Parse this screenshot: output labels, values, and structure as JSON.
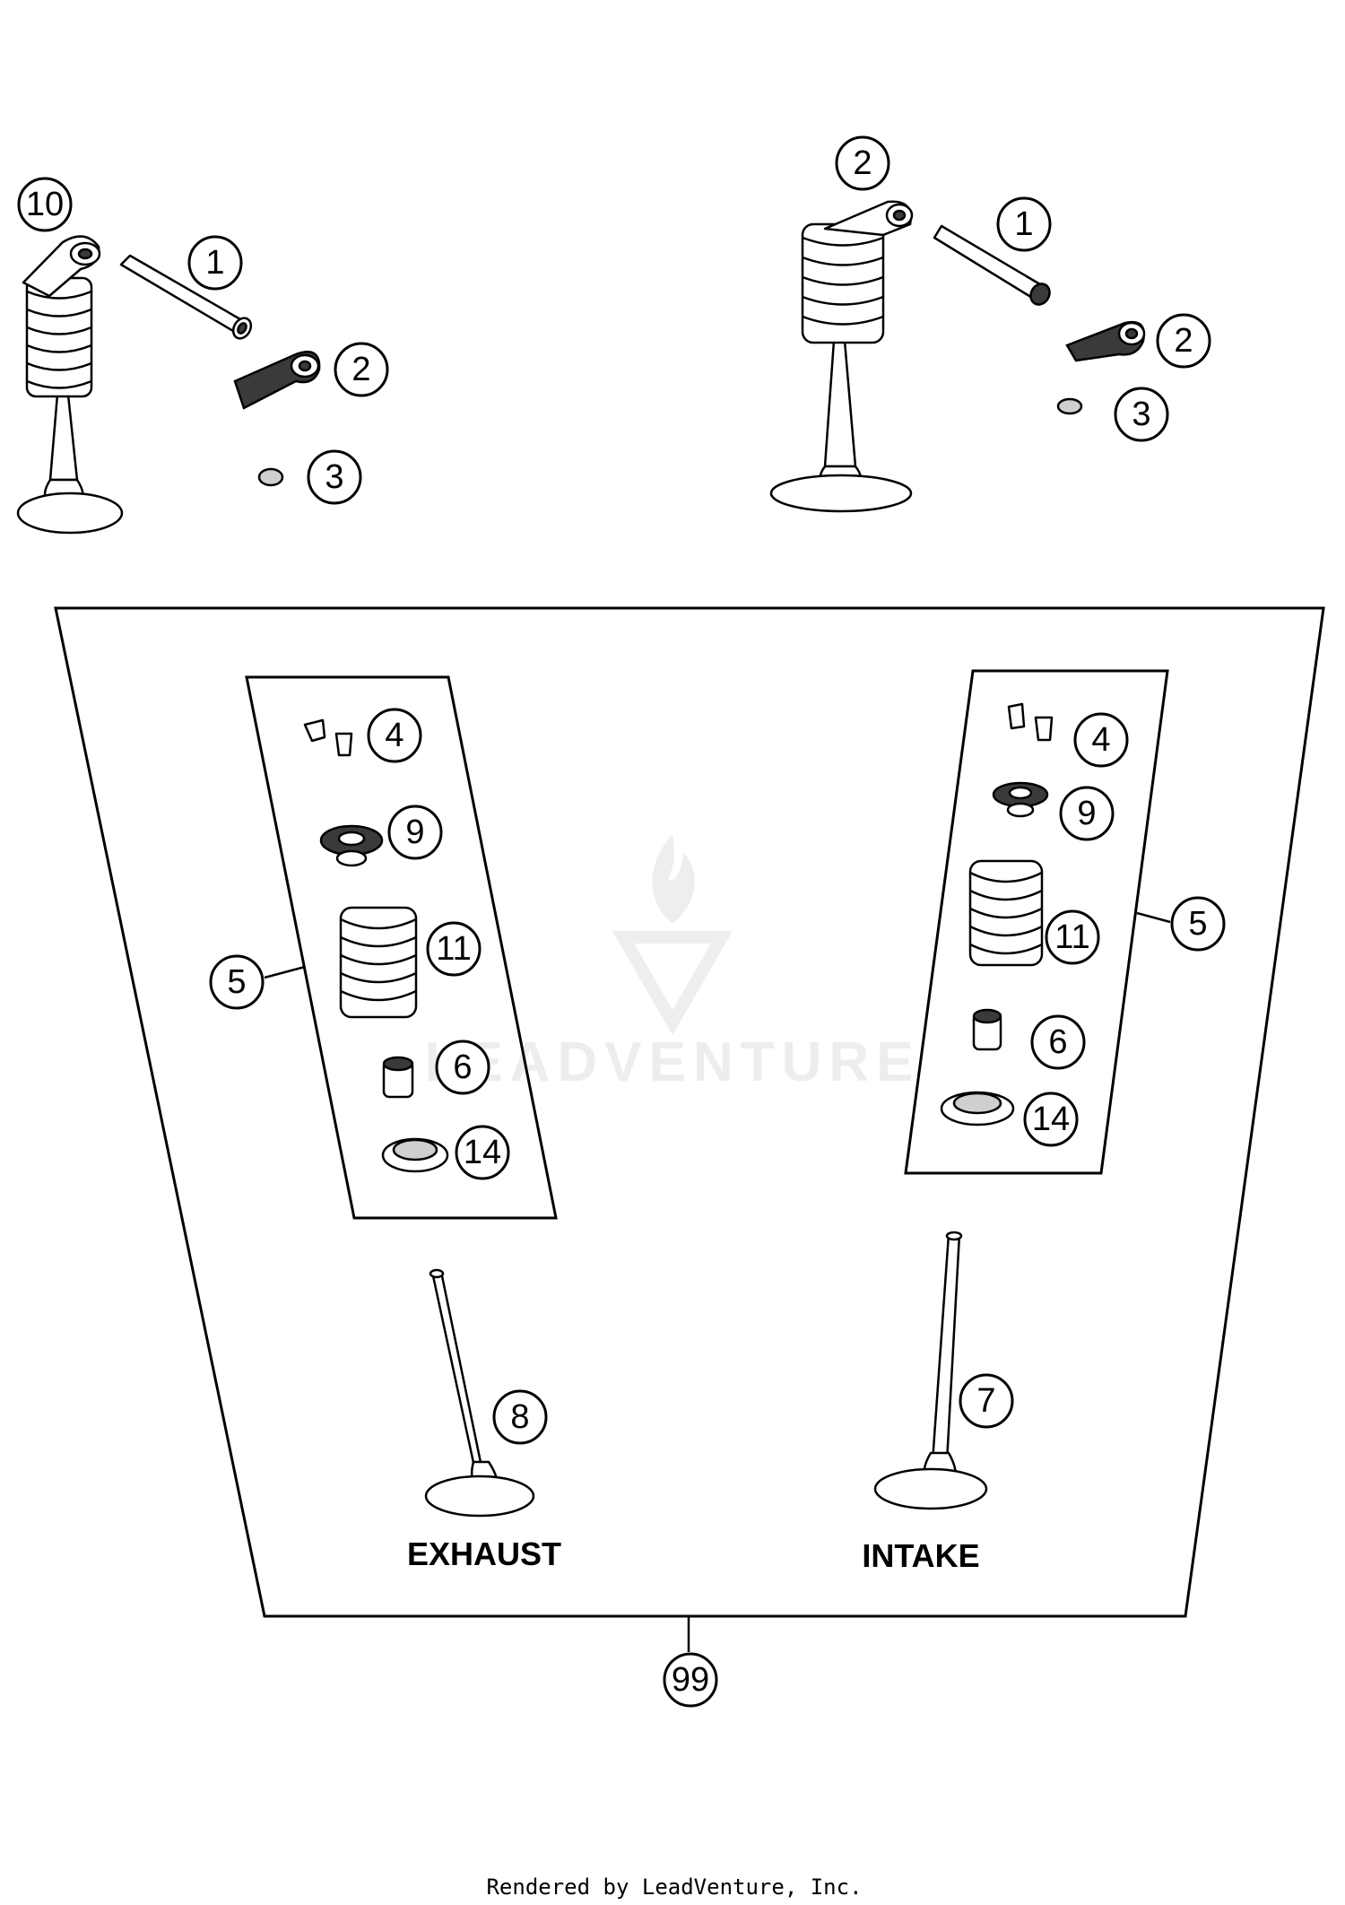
{
  "callouts": {
    "tl_10": "10",
    "tl_1": "1",
    "tl_2": "2",
    "tl_3": "3",
    "tr_2a": "2",
    "tr_1": "1",
    "tr_2b": "2",
    "tr_3": "3",
    "l_4": "4",
    "l_9": "9",
    "l_11": "11",
    "l_5": "5",
    "l_6": "6",
    "l_14": "14",
    "r_4": "4",
    "r_9": "9",
    "r_11": "11",
    "r_5": "5",
    "r_6": "6",
    "r_14": "14",
    "v_8": "8",
    "v_7": "7",
    "kit_99": "99"
  },
  "labels": {
    "exhaust": "EXHAUST",
    "intake": "INTAKE"
  },
  "watermark": "LEADVENTURE",
  "footer": "Rendered by LeadVenture, Inc."
}
